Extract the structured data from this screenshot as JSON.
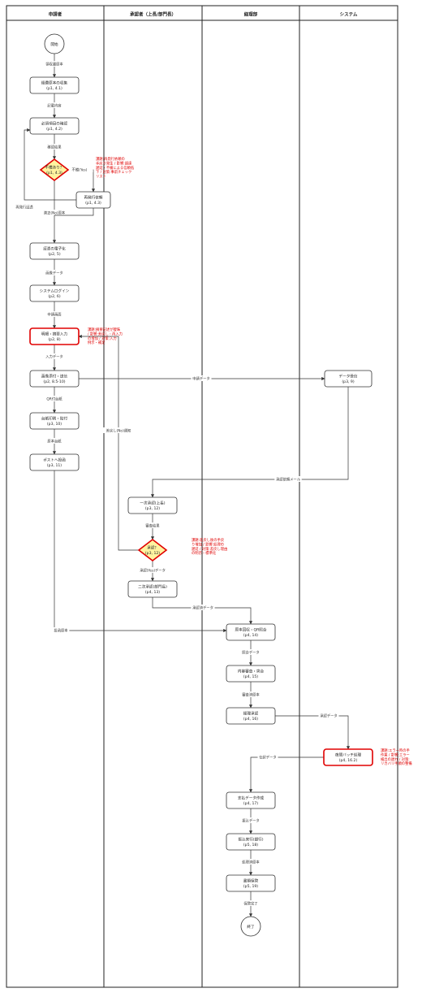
{
  "lanes": [
    {
      "id": "applicant",
      "label": "申請者"
    },
    {
      "id": "approver",
      "label": "承認者（上長/部門長）"
    },
    {
      "id": "accounting",
      "label": "経理部"
    },
    {
      "id": "system",
      "label": "システム"
    }
  ],
  "nodes": {
    "start": {
      "lines": [
        "開始"
      ]
    },
    "s1": {
      "lines": [
        "経費原本の収集",
        "(p1, 4.1)"
      ]
    },
    "s2": {
      "lines": [
        "必須項目の確認",
        "(p1, 4.2)"
      ]
    },
    "d1": {
      "lines": [
        "不備あり？",
        "(p1, 4.3)"
      ]
    },
    "r1": {
      "lines": [
        "再発行依頼",
        "(p1, 4.3)"
      ]
    },
    "s3": {
      "lines": [
        "証憑の電子化",
        "(p2, 5)"
      ]
    },
    "s4": {
      "lines": [
        "システムログイン",
        "(p2, 6)"
      ]
    },
    "s5": {
      "lines": [
        "明細・摘要入力",
        "(p2, 8)"
      ]
    },
    "s6": {
      "lines": [
        "画像添付・送信",
        "(p2, 8.5-10)"
      ]
    },
    "s7": {
      "lines": [
        "台紙印刷・貼付",
        "(p3, 10)"
      ]
    },
    "s8": {
      "lines": [
        "ポストへ投函",
        "(p3, 11)"
      ]
    },
    "sysA": {
      "lines": [
        "データ受信",
        "(p3, 9)"
      ]
    },
    "ap1": {
      "lines": [
        "一次承認(上長)",
        "(p3, 12)"
      ]
    },
    "d2": {
      "lines": [
        "承認？",
        "(p3, 12)"
      ]
    },
    "ap2": {
      "lines": [
        "二次承認(部門長)",
        "(p4, 13)"
      ]
    },
    "ac1": {
      "lines": [
        "原本回収・QR照合",
        "(p4, 14)"
      ]
    },
    "ac2": {
      "lines": [
        "内容審査・突合",
        "(p4, 15)"
      ]
    },
    "ac3": {
      "lines": [
        "経理承認",
        "(p4, 16)"
      ]
    },
    "sysB": {
      "lines": [
        "夜間バッチ処理",
        "(p4, 16.2)"
      ]
    },
    "ac4": {
      "lines": [
        "支払データ作成",
        "(p4, 17)"
      ]
    },
    "ac5": {
      "lines": [
        "振込実行(銀行)",
        "(p5, 18)"
      ]
    },
    "ac6": {
      "lines": [
        "書類保管",
        "(p5, 19)"
      ]
    },
    "end": {
      "lines": [
        "終了"
      ]
    }
  },
  "edge_labels": {
    "e_start": "領収書原本",
    "e_s1": "記載内容",
    "e_s2": "確認結果",
    "e_d1_yes": "不備(Yes)",
    "e_reissue": "再発行証憑",
    "e_d1_no": "適正(No)原本",
    "e_s3": "画像データ",
    "e_s4": "申請画面",
    "e_s5": "入力データ",
    "e_s6": "QR付台紙",
    "e_s7": "原本台紙",
    "e_send": "申請データ",
    "e_return": "差戻し(No)通知",
    "e_notify": "承認依頼メール",
    "e_ap1": "審査結果",
    "e_d2_yes": "承認(Yes)データ",
    "e_ap2": "承認済データ",
    "e_original": "投函原本",
    "e_ac1": "照合データ",
    "e_ac2": "審査済原本",
    "e_ac3": "承認データ",
    "e_sysB": "仕訳データ",
    "e_ac4": "振込データ",
    "e_ac5": "処理済原本",
    "e_ac6": "保管完了"
  },
  "notes": {
    "n1": [
      "課題:再発行依頼の",
      "手戻り発生 / 影響:調達",
      "遅延・不備による信頼低",
      "下 / 対策:事前チェック",
      "リスト"
    ],
    "n2": [
      "課題:摘要記述が曖昧",
      "/ 影響:差戻し・再入力",
      "の増加 / 対策:入力",
      "例示・補足"
    ],
    "n3": [
      "課題:差戻し後の手戻",
      "り増加 / 影響:処理の",
      "遅延 / 対策:差戻し理由",
      "の明示・標準化"
    ],
    "n4": [
      "課題:エラー時の手",
      "作業 / 影響:エラー",
      "検出の遅れ / 対策:",
      "リカバリ手順の整備"
    ]
  },
  "colors": {
    "line": "#333333",
    "highlight": "#e00000",
    "decision_fill": "#fff3a0",
    "note_text": "#e00000"
  }
}
